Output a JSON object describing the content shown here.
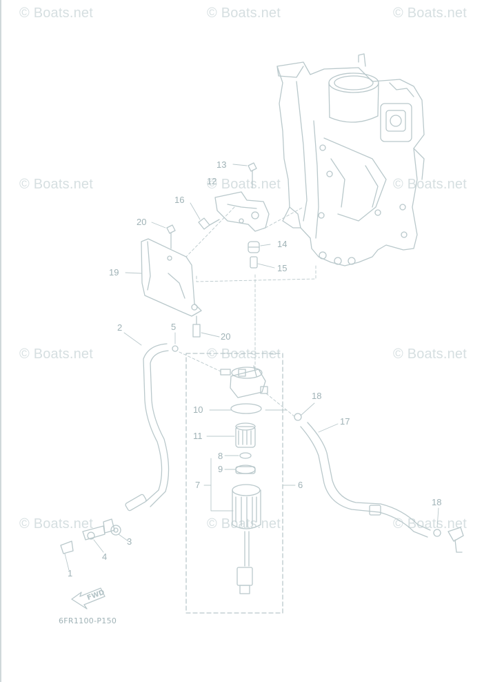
{
  "watermark": "© Boats.net",
  "diagram_code": "6FR1100-P150",
  "fwd_label": "FWD",
  "callouts": {
    "c1": "1",
    "c2": "2",
    "c3": "3",
    "c4": "4",
    "c5": "5",
    "c6": "6",
    "c7": "7",
    "c8": "8",
    "c9": "9",
    "c10": "10",
    "c11": "11",
    "c12": "12",
    "c13": "13",
    "c14": "14",
    "c15": "15",
    "c16": "16",
    "c17": "17",
    "c18a": "18",
    "c18b": "18",
    "c19": "19",
    "c20a": "20",
    "c20b": "20"
  },
  "colors": {
    "line": "#b9c8cb",
    "text": "#9fb2b6",
    "watermark": "#d6dfe1"
  }
}
